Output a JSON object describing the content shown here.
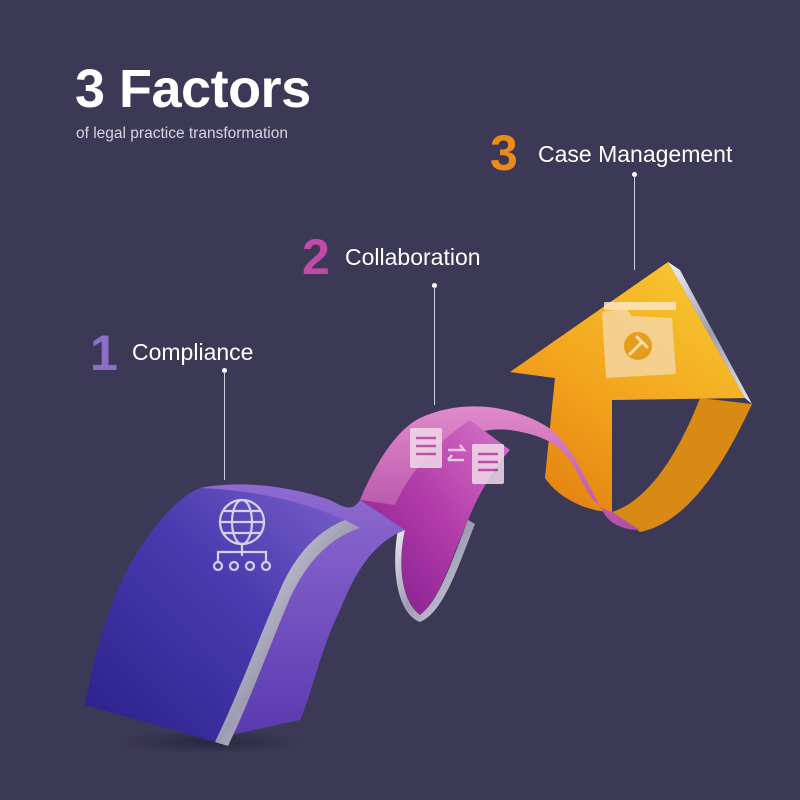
{
  "header": {
    "title": "3 Factors",
    "subtitle": "of legal practice transformation"
  },
  "factors": [
    {
      "number": "1",
      "label": "Compliance",
      "color": "#8b6fc4",
      "icon": "globe-network-icon"
    },
    {
      "number": "2",
      "label": "Collaboration",
      "color": "#c04aa8",
      "icon": "document-exchange-icon"
    },
    {
      "number": "3",
      "label": "Case Management",
      "color": "#ee8a1c",
      "icon": "legal-folder-gavel-icon"
    }
  ],
  "colors": {
    "background": "#3c3957",
    "ribbon_purple": "#3b2fa0",
    "ribbon_magenta": "#a02a9a",
    "arrow_orange": "#f0a21a"
  }
}
